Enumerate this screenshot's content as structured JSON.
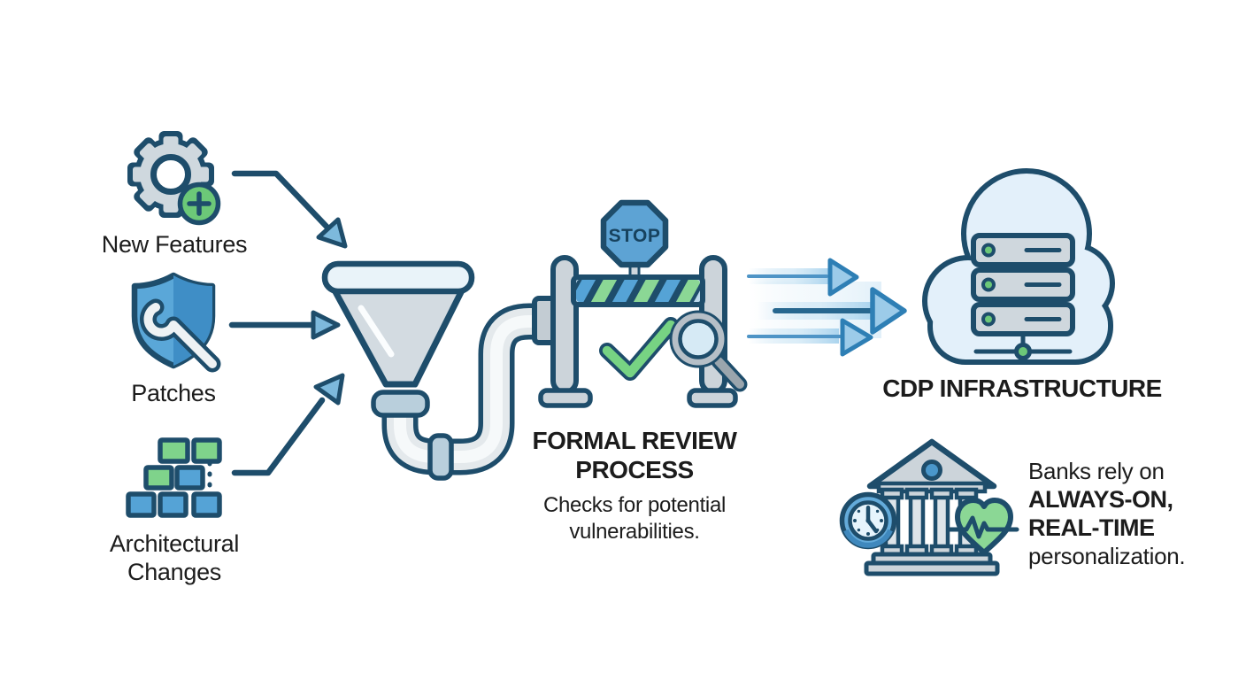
{
  "diagram": {
    "inputs": [
      {
        "label": "New Features",
        "icon": "gear-plus-icon"
      },
      {
        "label": "Patches",
        "icon": "shield-wrench-icon"
      },
      {
        "label_line1": "Architectural",
        "label_line2": "Changes",
        "icon": "blocks-icon"
      }
    ],
    "review": {
      "stop_sign": "STOP",
      "title": "FORMAL REVIEW PROCESS",
      "subtitle": "Checks for potential vulnerabilities.",
      "icons": [
        "funnel-pipe-icon",
        "barrier-icon",
        "stop-sign-icon",
        "checkmark-icon",
        "magnifier-icon"
      ]
    },
    "infrastructure": {
      "label": "CDP INFRASTRUCTURE",
      "icons": [
        "speed-arrows-icon",
        "cloud-servers-icon"
      ]
    },
    "banks_note": {
      "line1": "Banks rely on",
      "line2": "ALWAYS-ON,",
      "line3": "REAL-TIME",
      "line4": "personalization.",
      "icons": [
        "bank-icon",
        "clock-icon",
        "heart-pulse-icon"
      ]
    },
    "colors": {
      "navy_outline": "#1e4d6b",
      "blue": "#4f9ed2",
      "green": "#6cc878",
      "light_blue": "#a9d3ec",
      "gray": "#ccd4da",
      "background": "#ffffff"
    }
  }
}
